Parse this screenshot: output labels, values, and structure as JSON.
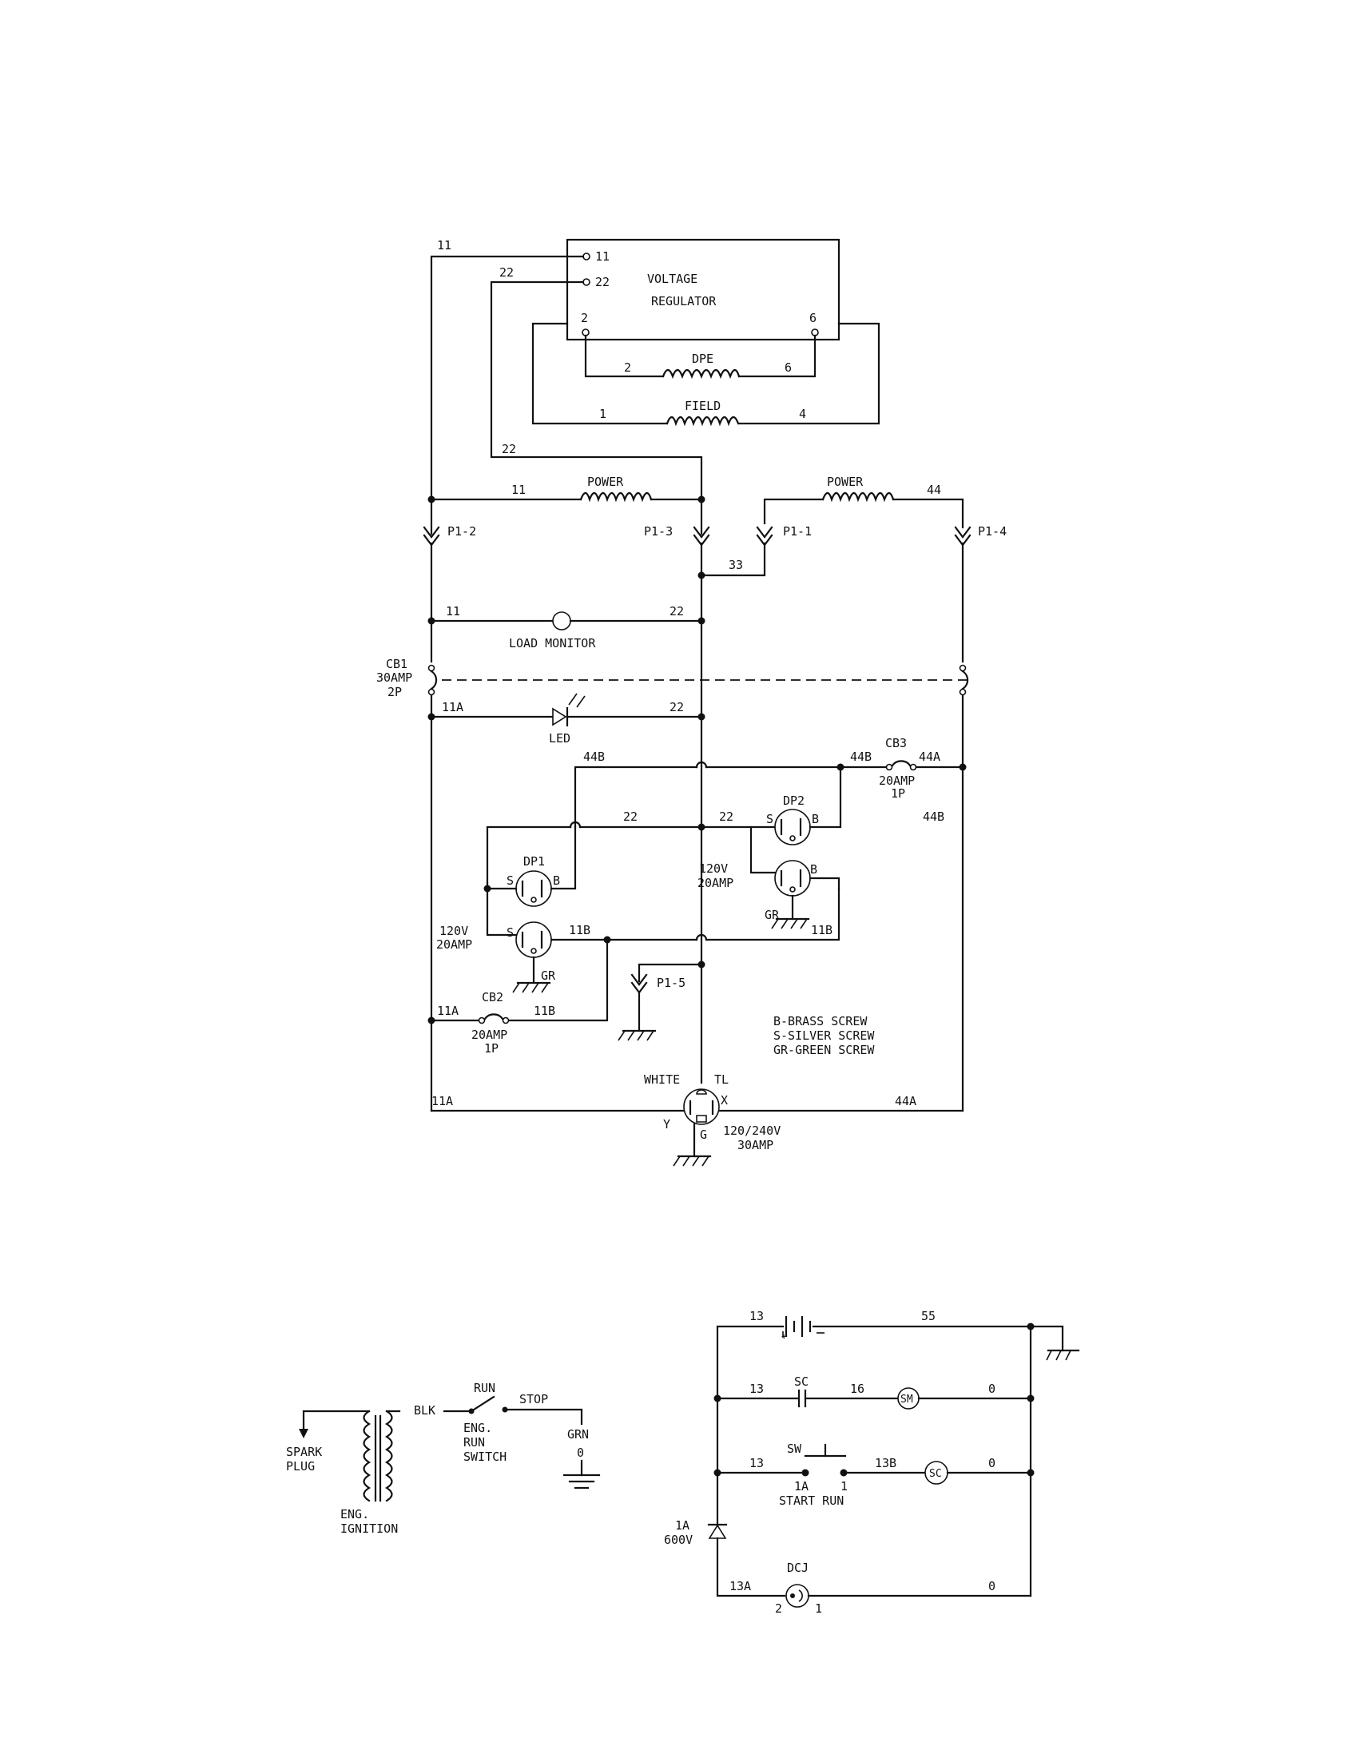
{
  "regulator": {
    "title_1": "VOLTAGE",
    "title_2": "REGULATOR",
    "t11": "11",
    "t22": "22",
    "t2": "2",
    "t6": "6"
  },
  "coils": {
    "dpe": "DPE",
    "field": "FIELD",
    "power_left": "POWER",
    "power_right": "POWER"
  },
  "connectors": {
    "p1_2": "P1-2",
    "p1_3": "P1-3",
    "p1_1": "P1-1",
    "p1_4": "P1-4",
    "p1_5": "P1-5"
  },
  "wires": {
    "w11": "11",
    "w22": "22",
    "w2": "2",
    "w6": "6",
    "w1": "1",
    "w4": "4",
    "w44": "44",
    "w33": "33",
    "w11a": "11A",
    "w11b": "11B",
    "w44a": "44A",
    "w44b": "44B"
  },
  "components": {
    "load_monitor": "LOAD MONITOR",
    "led": "LED",
    "cb1": [
      "CB1",
      "30AMP",
      "2P"
    ],
    "cb2": [
      "CB2",
      "20AMP",
      "1P"
    ],
    "cb3": [
      "CB3",
      "20AMP",
      "1P"
    ],
    "dp1": "DP1",
    "dp2": "DP2",
    "rating_120_left": [
      "120V",
      "20AMP"
    ],
    "rating_120_right": [
      "120V",
      "20AMP"
    ],
    "gr": "GR",
    "s": "S",
    "b": "B",
    "white": "WHITE",
    "tl": "TL",
    "x": "X",
    "y": "Y",
    "g": "G",
    "main_rating": [
      "120/240V",
      "30AMP"
    ]
  },
  "legend": [
    "B-BRASS SCREW",
    "S-SILVER SCREW",
    "GR-GREEN SCREW"
  ],
  "ignition": {
    "spark": [
      "SPARK",
      "PLUG"
    ],
    "eng_ignition": [
      "ENG.",
      "IGNITION"
    ],
    "blk": "BLK",
    "run": "RUN",
    "stop": "STOP",
    "switch": [
      "ENG.",
      "RUN",
      "SWITCH"
    ],
    "grn": "GRN",
    "zero": "0"
  },
  "starter": {
    "w13": "13",
    "w55": "55",
    "w16": "16",
    "w13b": "13B",
    "w13a": "13A",
    "w0": "0",
    "sc": "SC",
    "sm": "SM",
    "sw": "SW",
    "t1a": "1A",
    "t1": "1",
    "start_run": "START RUN",
    "diode": [
      "1A",
      "600V"
    ],
    "dcj": "DCJ",
    "dcj_2": "2",
    "dcj_1": "1"
  }
}
